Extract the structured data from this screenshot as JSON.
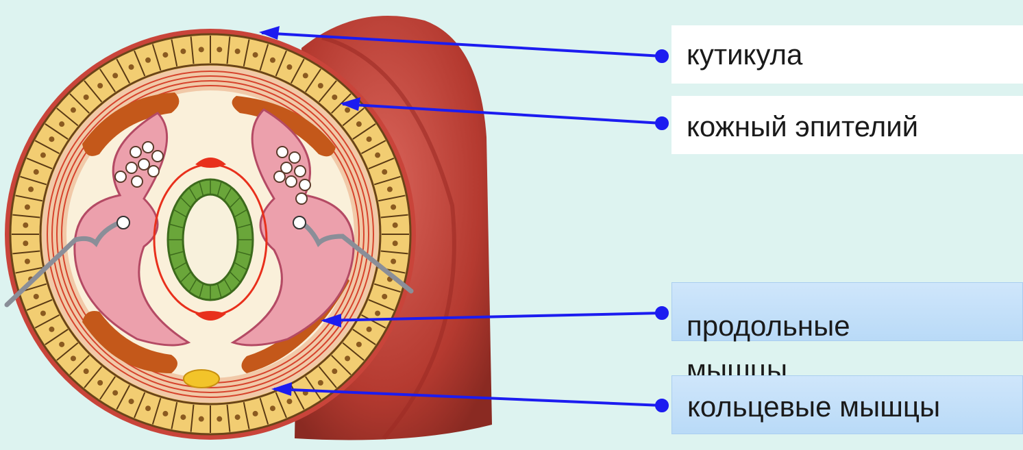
{
  "labels": {
    "cuticle": "кутикула",
    "skin_epithelium": "кожный эпителий",
    "longitudinal_muscles_line1": "продольные",
    "longitudinal_muscles_line2": "мышцы",
    "circular_muscles": "кольцевые мышцы"
  },
  "colors": {
    "background": "#ddf3f0",
    "pointer": "#1c1cf0",
    "body_outer": "#b8332c",
    "epithelium": "#f0c86a",
    "cavity": "#f8efd8",
    "longitudinal_muscle": "#c85a1a",
    "intestine": "#5c9c2c",
    "lateral_cord": "#e8909c"
  }
}
